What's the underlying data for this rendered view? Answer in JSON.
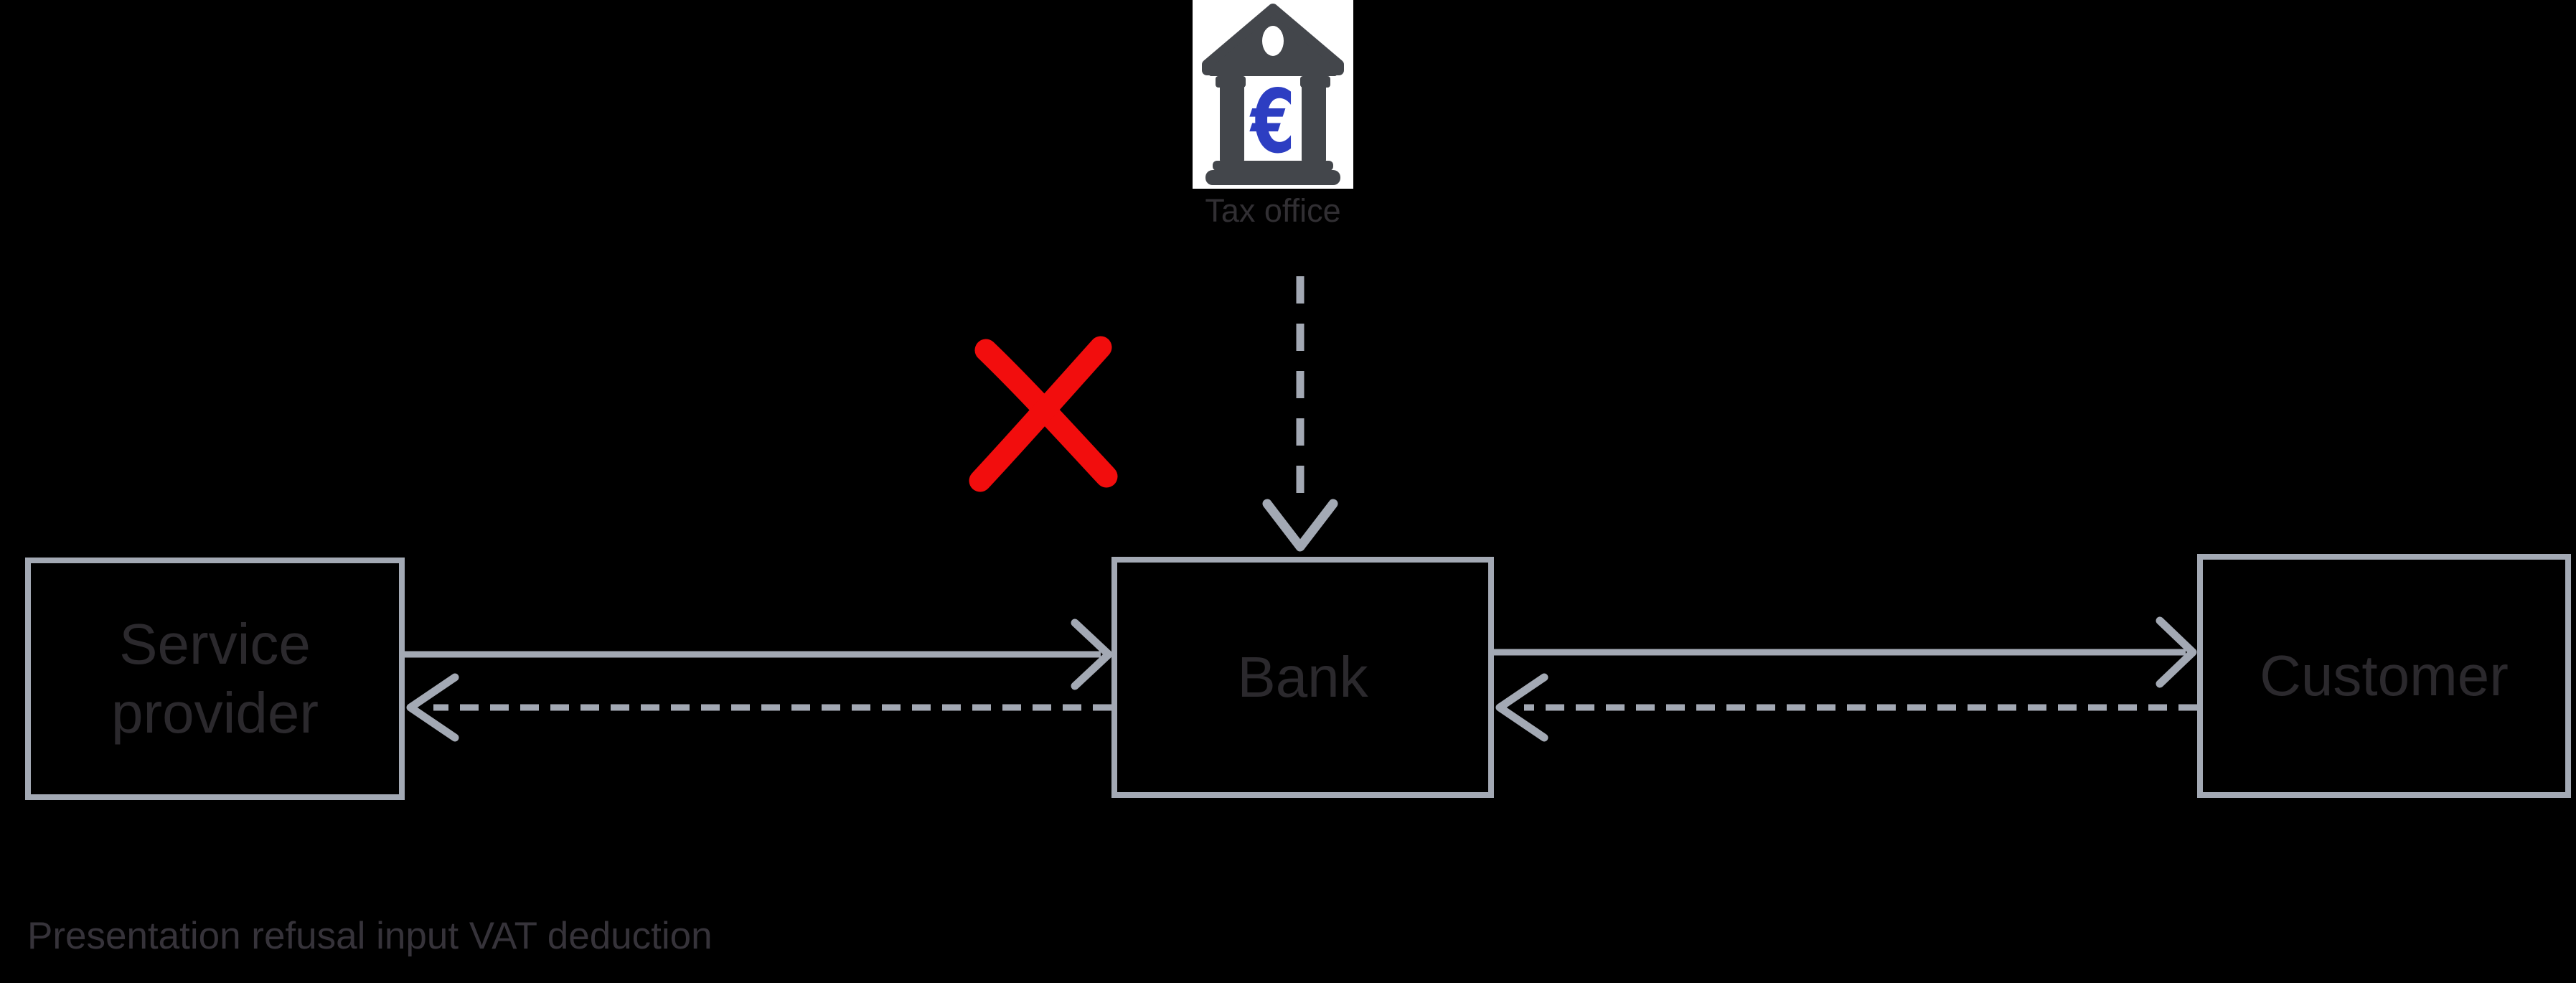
{
  "colors": {
    "background": "#000000",
    "line_gray": "#a3a9b4",
    "node_border": "#a3a9b4",
    "node_label": "#2b292d",
    "tax_label": "#312f33",
    "caption": "#36333a",
    "red_x": "#f20d0d",
    "icon_bg": "#ffffff",
    "icon_building": "#43464b",
    "icon_window": "#ffffff",
    "icon_euro": "#2d3ec2"
  },
  "tax_office": {
    "label": "Tax office",
    "euro_symbol": "€"
  },
  "nodes": {
    "service_provider": {
      "label": "Service provider"
    },
    "bank": {
      "label": "Bank"
    },
    "customer": {
      "label": "Customer"
    }
  },
  "connectors": [
    {
      "from": "Service provider",
      "to": "Bank",
      "style": "solid-arrow"
    },
    {
      "from": "Bank",
      "to": "Service provider",
      "style": "dashed-arrow"
    },
    {
      "from": "Bank",
      "to": "Customer",
      "style": "solid-arrow"
    },
    {
      "from": "Customer",
      "to": "Bank",
      "style": "dashed-arrow"
    },
    {
      "from": "Tax office",
      "to": "Bank",
      "style": "dashed-arrow"
    }
  ],
  "caption": {
    "text": "Presentation refusal input VAT deduction"
  }
}
